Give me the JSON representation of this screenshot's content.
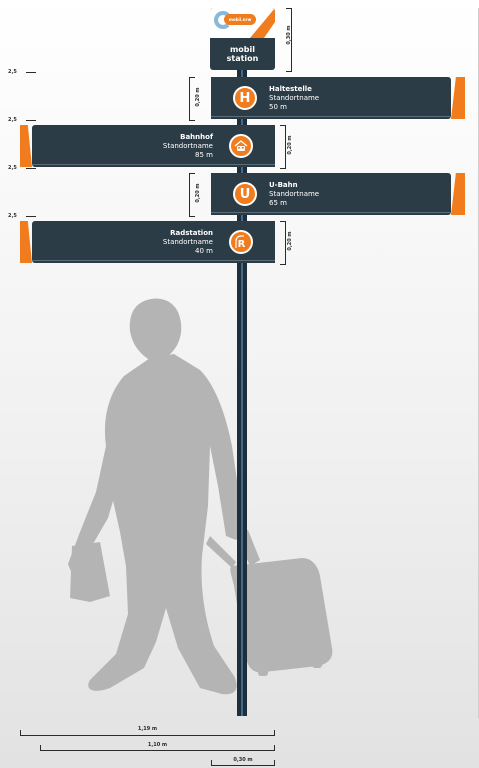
{
  "head_sign": {
    "logo_text": "mobil.nrw",
    "title_line1": "mobil",
    "title_line2": "station",
    "height_label": "0,30 m"
  },
  "signs": [
    {
      "name": "Haltestelle",
      "place": "Standortname",
      "distance": "50 m",
      "icon": "bus-stop-h-icon",
      "side": "right",
      "height_label": "0,20 m",
      "offset_label": "2,5"
    },
    {
      "name": "Bahnhof",
      "place": "Standortname",
      "distance": "85 m",
      "icon": "train-station-icon",
      "side": "left",
      "height_label": "0,20 m",
      "offset_label": "2,5"
    },
    {
      "name": "U-Bahn",
      "place": "Standortname",
      "distance": "65 m",
      "icon": "u-bahn-icon",
      "side": "right",
      "height_label": "0,20 m",
      "offset_label": "2,5"
    },
    {
      "name": "Radstation",
      "place": "Standortname",
      "distance": "40 m",
      "icon": "bike-station-icon",
      "side": "left",
      "height_label": "0,20 m",
      "offset_label": "2,5"
    }
  ],
  "dimensions": {
    "width_total": "1,19 m",
    "width_sign": "1,10 m",
    "width_head": "0,30 m"
  },
  "colors": {
    "sign_bg": "#2c3c47",
    "accent": "#f07c1e",
    "pole": "#1e2e3a",
    "figure": "#b4b4b4"
  }
}
